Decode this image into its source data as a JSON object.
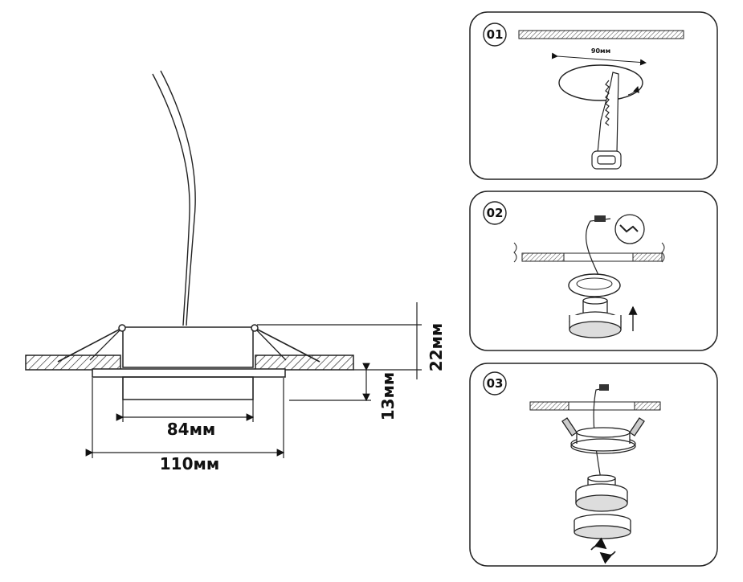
{
  "main_drawing": {
    "dim_outer_width": "110мм",
    "dim_inner_width": "84мм",
    "dim_total_height": "22мм",
    "dim_visible_height": "13мм"
  },
  "steps": [
    {
      "number": "01",
      "hole_diameter": "90мм"
    },
    {
      "number": "02"
    },
    {
      "number": "03"
    }
  ]
}
